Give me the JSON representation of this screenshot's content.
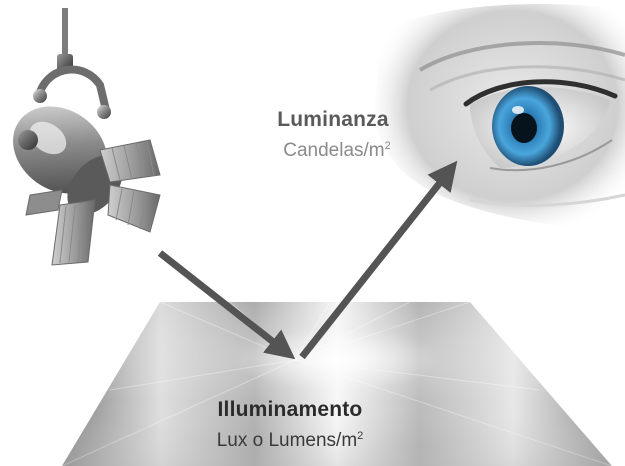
{
  "luminance": {
    "title": "Luminanza",
    "unit_base": "Candelas/m",
    "unit_exp": "2"
  },
  "illuminance": {
    "title": "Illuminamento",
    "unit_base": "Lux o Lumens/m",
    "unit_exp": "2"
  },
  "colors": {
    "arrow": "#545454",
    "iris": "#2f86c4",
    "surface": "#b8b8b8",
    "lamp": "#6e6e6e"
  },
  "icons": [
    "spotlight-icon",
    "eye-icon"
  ]
}
